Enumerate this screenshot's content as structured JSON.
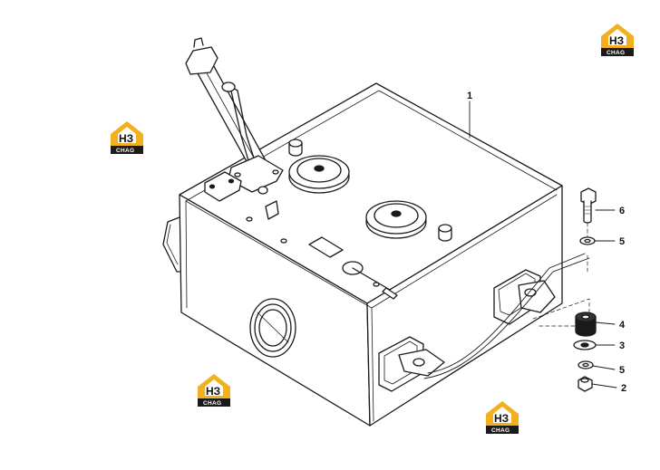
{
  "callouts": [
    {
      "id": "c1",
      "label": "1"
    },
    {
      "id": "c6",
      "label": "6"
    },
    {
      "id": "c5a",
      "label": "5"
    },
    {
      "id": "c4",
      "label": "4"
    },
    {
      "id": "c3",
      "label": "3"
    },
    {
      "id": "c5b",
      "label": "5"
    },
    {
      "id": "c2",
      "label": "2"
    }
  ],
  "watermark": {
    "line1": "НЗ",
    "line2": "CHAG"
  },
  "colors": {
    "stroke": "#1a1a1a",
    "logo_yellow": "#f2b01e",
    "logo_dark": "#1a1a1a"
  }
}
